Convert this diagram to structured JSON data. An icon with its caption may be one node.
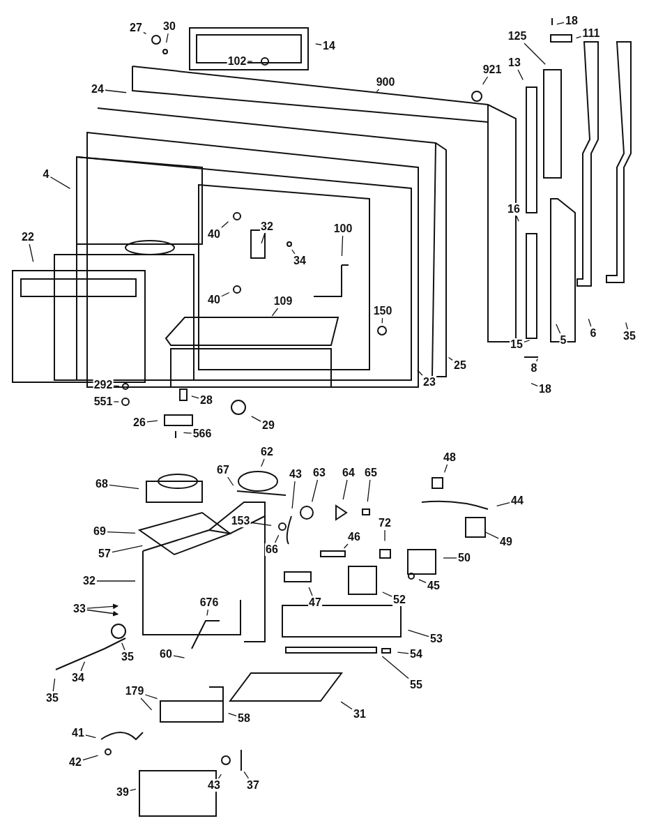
{
  "diagram": {
    "nodes": [
      {
        "text": [
          "27"
        ]
      },
      {
        "text": [
          "30"
        ]
      },
      {
        "text": [
          "14"
        ]
      },
      {
        "text": [
          "102"
        ]
      },
      {
        "text": [
          "900"
        ]
      },
      {
        "text": [
          "921"
        ]
      },
      {
        "text": [
          "18"
        ]
      },
      {
        "text": [
          "111"
        ]
      },
      {
        "text": [
          "125"
        ]
      },
      {
        "text": [
          "13"
        ]
      },
      {
        "text": [
          "24"
        ]
      },
      {
        "text": [
          "4"
        ]
      },
      {
        "text": [
          "32"
        ]
      },
      {
        "text": [
          "40"
        ]
      },
      {
        "text": [
          "16"
        ]
      },
      {
        "text": [
          "34"
        ]
      },
      {
        "text": [
          "100"
        ]
      },
      {
        "text": [
          "22"
        ]
      },
      {
        "text": [
          "40"
        ]
      },
      {
        "text": [
          "109"
        ]
      },
      {
        "text": [
          "150"
        ]
      },
      {
        "text": [
          "6"
        ]
      },
      {
        "text": [
          "35"
        ]
      },
      {
        "text": [
          "5"
        ]
      },
      {
        "text": [
          "15"
        ]
      },
      {
        "text": [
          "8"
        ]
      },
      {
        "text": [
          "25"
        ]
      },
      {
        "text": [
          "23"
        ]
      },
      {
        "text": [
          "18"
        ]
      },
      {
        "text": [
          "292"
        ]
      },
      {
        "text": [
          "551"
        ]
      },
      {
        "text": [
          "28"
        ]
      },
      {
        "text": [
          "26"
        ]
      },
      {
        "text": [
          "29"
        ]
      },
      {
        "text": [
          "566"
        ]
      },
      {
        "text": [
          "62"
        ]
      },
      {
        "text": [
          "48"
        ]
      },
      {
        "text": [
          "67"
        ]
      },
      {
        "text": [
          "43"
        ]
      },
      {
        "text": [
          "63"
        ]
      },
      {
        "text": [
          "64"
        ]
      },
      {
        "text": [
          "65"
        ]
      },
      {
        "text": [
          "68"
        ]
      },
      {
        "text": [
          "44"
        ]
      },
      {
        "text": [
          "153"
        ]
      },
      {
        "text": [
          "72"
        ]
      },
      {
        "text": [
          "49"
        ]
      },
      {
        "text": [
          "69"
        ]
      },
      {
        "text": [
          "46"
        ]
      },
      {
        "text": [
          "66"
        ]
      },
      {
        "text": [
          "57"
        ]
      },
      {
        "text": [
          "50"
        ]
      },
      {
        "text": [
          "32"
        ]
      },
      {
        "text": [
          "45"
        ]
      },
      {
        "text": [
          "52"
        ]
      },
      {
        "text": [
          "47"
        ]
      },
      {
        "text": [
          "676"
        ]
      },
      {
        "text": [
          "33"
        ]
      },
      {
        "text": [
          "53"
        ]
      },
      {
        "text": [
          "35"
        ]
      },
      {
        "text": [
          "60"
        ]
      },
      {
        "text": [
          "54"
        ]
      },
      {
        "text": [
          "34"
        ]
      },
      {
        "text": [
          "55"
        ]
      },
      {
        "text": [
          "35"
        ]
      },
      {
        "text": [
          "179"
        ]
      },
      {
        "text": [
          "31"
        ]
      },
      {
        "text": [
          "58"
        ]
      },
      {
        "text": [
          "41"
        ]
      },
      {
        "text": [
          "42"
        ]
      },
      {
        "text": [
          "39"
        ]
      },
      {
        "text": [
          "43"
        ]
      },
      {
        "text": [
          "37"
        ]
      }
    ],
    "edges": [
      {
        "from": 0,
        "to": null,
        "arrow": "none"
      },
      {
        "from": 1,
        "to": null,
        "arrow": "none"
      },
      {
        "from": 2,
        "to": null,
        "arrow": "none"
      },
      {
        "from": 3,
        "to": null,
        "arrow": "none"
      },
      {
        "from": 4,
        "to": null,
        "arrow": "none"
      },
      {
        "from": 5,
        "to": null,
        "arrow": "none"
      },
      {
        "from": 6,
        "to": null,
        "arrow": "none"
      },
      {
        "from": 7,
        "to": null,
        "arrow": "none"
      },
      {
        "from": 8,
        "to": null,
        "arrow": "none"
      },
      {
        "from": 9,
        "to": null,
        "arrow": "none"
      },
      {
        "from": 10,
        "to": null,
        "arrow": "none"
      },
      {
        "from": 11,
        "to": null,
        "arrow": "none"
      },
      {
        "from": 12,
        "to": null,
        "arrow": "none"
      },
      {
        "from": 13,
        "to": null,
        "arrow": "none"
      },
      {
        "from": 14,
        "to": null,
        "arrow": "none"
      },
      {
        "from": 15,
        "to": null,
        "arrow": "none"
      },
      {
        "from": 16,
        "to": null,
        "arrow": "none"
      },
      {
        "from": 17,
        "to": null,
        "arrow": "none"
      },
      {
        "from": 18,
        "to": null,
        "arrow": "none"
      },
      {
        "from": 19,
        "to": null,
        "arrow": "none"
      },
      {
        "from": 20,
        "to": null,
        "arrow": "none"
      },
      {
        "from": 21,
        "to": null,
        "arrow": "none"
      },
      {
        "from": 22,
        "to": null,
        "arrow": "none"
      },
      {
        "from": 23,
        "to": null,
        "arrow": "none"
      },
      {
        "from": 24,
        "to": null,
        "arrow": "none"
      },
      {
        "from": 25,
        "to": null,
        "arrow": "none"
      },
      {
        "from": 26,
        "to": null,
        "arrow": "none"
      },
      {
        "from": 27,
        "to": null,
        "arrow": "none"
      },
      {
        "from": 28,
        "to": null,
        "arrow": "none"
      },
      {
        "from": 29,
        "to": null,
        "arrow": "none"
      },
      {
        "from": 30,
        "to": null,
        "arrow": "none"
      },
      {
        "from": 31,
        "to": null,
        "arrow": "none"
      },
      {
        "from": 32,
        "to": null,
        "arrow": "none"
      },
      {
        "from": 33,
        "to": null,
        "arrow": "none"
      },
      {
        "from": 34,
        "to": null,
        "arrow": "none"
      },
      {
        "from": 35,
        "to": null,
        "arrow": "none"
      },
      {
        "from": 36,
        "to": null,
        "arrow": "none"
      },
      {
        "from": 37,
        "to": null,
        "arrow": "none"
      },
      {
        "from": 38,
        "to": null,
        "arrow": "none"
      },
      {
        "from": 39,
        "to": null,
        "arrow": "none"
      },
      {
        "from": 40,
        "to": null,
        "arrow": "none"
      },
      {
        "from": 41,
        "to": null,
        "arrow": "none"
      },
      {
        "from": 42,
        "to": null,
        "arrow": "none"
      },
      {
        "from": 43,
        "to": null,
        "arrow": "none"
      },
      {
        "from": 44,
        "to": null,
        "arrow": "none"
      },
      {
        "from": 45,
        "to": null,
        "arrow": "none"
      },
      {
        "from": 46,
        "to": null,
        "arrow": "none"
      },
      {
        "from": 47,
        "to": null,
        "arrow": "none"
      },
      {
        "from": 48,
        "to": null,
        "arrow": "none"
      },
      {
        "from": 49,
        "to": null,
        "arrow": "none"
      },
      {
        "from": 50,
        "to": null,
        "arrow": "none"
      },
      {
        "from": 51,
        "to": null,
        "arrow": "none"
      },
      {
        "from": 52,
        "to": null,
        "arrow": "none"
      },
      {
        "from": 53,
        "to": null,
        "arrow": "none"
      },
      {
        "from": 54,
        "to": null,
        "arrow": "none"
      },
      {
        "from": 55,
        "to": null,
        "arrow": "none"
      },
      {
        "from": 56,
        "to": null,
        "arrow": "none"
      },
      {
        "from": 57,
        "to": null,
        "arrow": "to"
      },
      {
        "from": 57,
        "to": null,
        "arrow": "to"
      },
      {
        "from": 58,
        "to": null,
        "arrow": "none"
      },
      {
        "from": 59,
        "to": null,
        "arrow": "none"
      },
      {
        "from": 60,
        "to": null,
        "arrow": "none"
      },
      {
        "from": 61,
        "to": null,
        "arrow": "none"
      },
      {
        "from": 62,
        "to": null,
        "arrow": "none"
      },
      {
        "from": 63,
        "to": null,
        "arrow": "none"
      },
      {
        "from": 64,
        "to": null,
        "arrow": "none"
      },
      {
        "from": 65,
        "to": null,
        "arrow": "none"
      },
      {
        "from": 65,
        "to": null,
        "arrow": "none"
      },
      {
        "from": 66,
        "to": null,
        "arrow": "none"
      },
      {
        "from": 67,
        "to": null,
        "arrow": "none"
      },
      {
        "from": 68,
        "to": null,
        "arrow": "none"
      },
      {
        "from": 69,
        "to": null,
        "arrow": "none"
      },
      {
        "from": 70,
        "to": null,
        "arrow": "none"
      },
      {
        "from": 71,
        "to": null,
        "arrow": "none"
      },
      {
        "from": 72,
        "to": null,
        "arrow": "none"
      }
    ]
  }
}
